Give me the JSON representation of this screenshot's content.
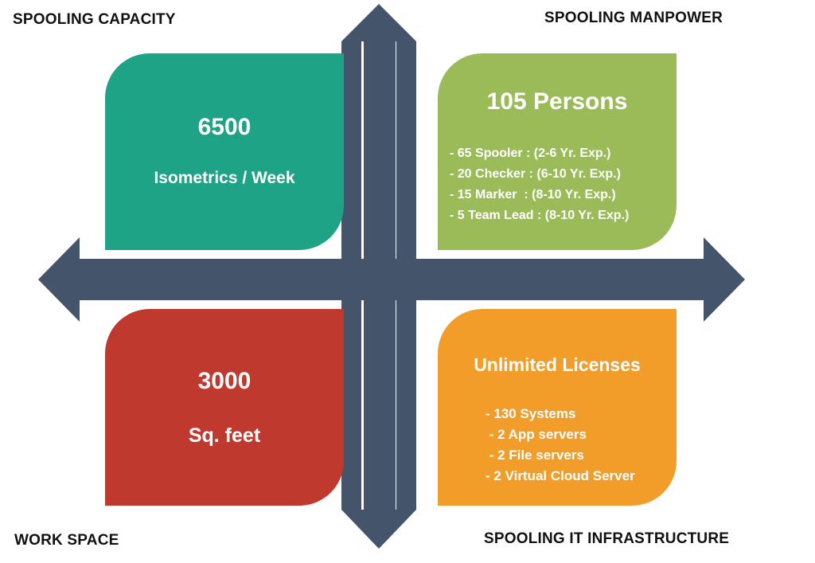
{
  "labels": {
    "top_left": "SPOOLING CAPACITY",
    "top_right": "SPOOLING MANPOWER",
    "bottom_left": "WORK SPACE",
    "bottom_right": "SPOOLING IT INFRASTRUCTURE"
  },
  "capacity": {
    "value": "6500",
    "unit": "Isometrics / Week",
    "color": "#1fa386"
  },
  "manpower": {
    "title": "105 Persons",
    "color": "#9bbb59",
    "items": [
      "- 65 Spooler : (2-6 Yr. Exp.)",
      "- 20 Checker : (6-10 Yr. Exp.)",
      "- 15 Marker  : (8-10 Yr. Exp.)",
      "- 5 Team Lead : (8-10 Yr. Exp.)"
    ]
  },
  "workspace": {
    "value": "3000",
    "unit": "Sq. feet",
    "color": "#c0392f"
  },
  "infrastructure": {
    "title": "Unlimited Licenses",
    "color": "#f29d2a",
    "items": [
      "- 130 Systems",
      " - 2 App servers",
      " - 2 File servers",
      "- 2 Virtual Cloud Server"
    ]
  },
  "arrow_color": "#44546a"
}
